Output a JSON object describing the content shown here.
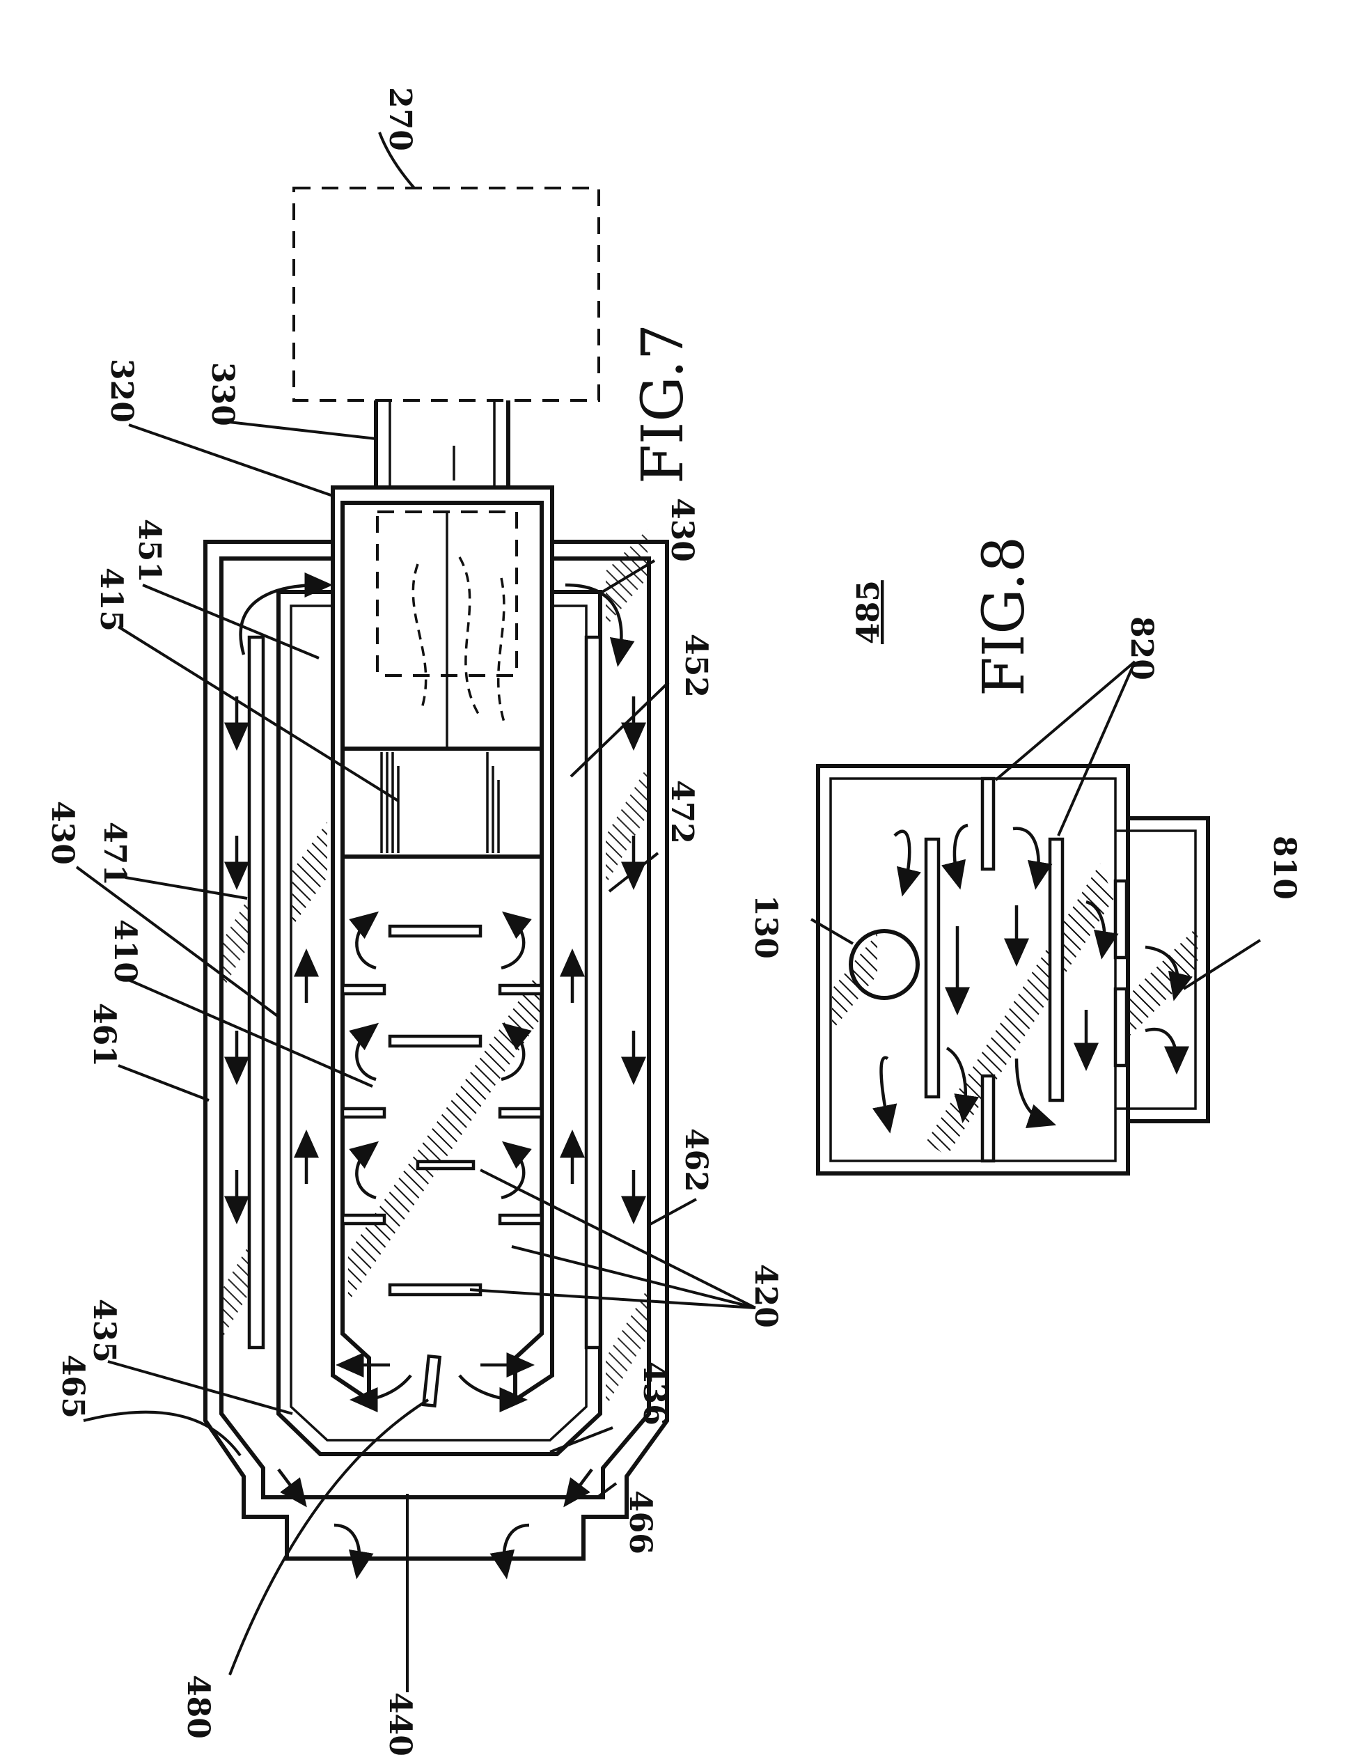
{
  "figures": [
    {
      "title": "FIG.7",
      "labels": [
        "270",
        "320",
        "330",
        "451",
        "415",
        "430",
        "471",
        "410",
        "461",
        "435",
        "465",
        "480",
        "440",
        "436",
        "466",
        "420",
        "462",
        "472",
        "452"
      ]
    },
    {
      "title": "FIG.8",
      "labels": [
        "485",
        "820",
        "130",
        "810"
      ]
    }
  ],
  "style": {
    "ink": "#111111",
    "paper": "#ffffff"
  }
}
